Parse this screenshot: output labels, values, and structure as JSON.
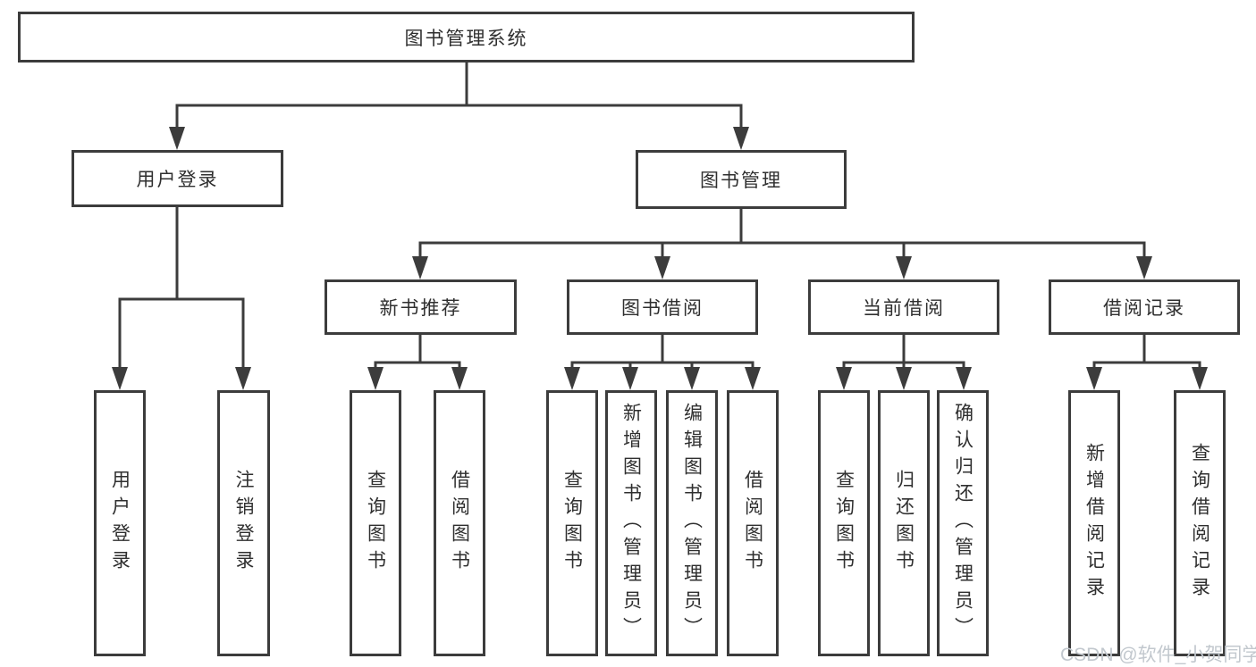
{
  "tree": {
    "label": "图书管理系统",
    "children": [
      {
        "label": "用户登录",
        "children": [
          {
            "label": "用户登录"
          },
          {
            "label": "注销登录"
          }
        ]
      },
      {
        "label": "图书管理",
        "children": [
          {
            "label": "新书推荐",
            "children": [
              {
                "label": "查询图书"
              },
              {
                "label": "借阅图书"
              }
            ]
          },
          {
            "label": "图书借阅",
            "children": [
              {
                "label": "查询图书"
              },
              {
                "label": "新增图书（管理员）"
              },
              {
                "label": "编辑图书（管理员）"
              },
              {
                "label": "借阅图书"
              }
            ]
          },
          {
            "label": "当前借阅",
            "children": [
              {
                "label": "查询图书"
              },
              {
                "label": "归还图书"
              },
              {
                "label": "确认归还（管理员）"
              }
            ]
          },
          {
            "label": "借阅记录",
            "children": [
              {
                "label": "新增借阅记录"
              },
              {
                "label": "查询借阅记录"
              }
            ]
          }
        ]
      }
    ]
  },
  "watermark": "CSDN @软件_小贺同学",
  "colors": {
    "line": "#3c3c3c",
    "text": "#2f2f2f",
    "watermark_text": "#c2c8ce",
    "background": "#ffffff"
  }
}
